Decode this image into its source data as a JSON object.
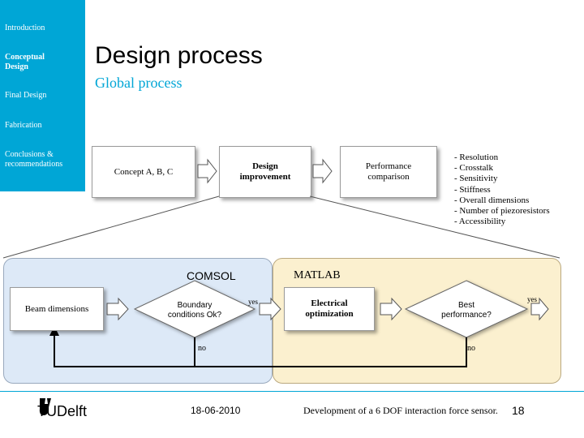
{
  "sidebar": {
    "items": [
      {
        "label": "Introduction",
        "active": false
      },
      {
        "label": "Conceptual Design",
        "active": true
      },
      {
        "label": "Final Design",
        "active": false
      },
      {
        "label": "Fabrication",
        "active": false
      },
      {
        "label": "Conclusions & recommendations",
        "active": false
      }
    ]
  },
  "slide": {
    "title": "Design process",
    "subtitle": "Global process"
  },
  "flow": {
    "concept": "Concept A, B, C",
    "design_improvement": "Design improvement",
    "performance_comparison": "Performance comparison",
    "criteria": [
      "- Resolution",
      "- Crosstalk",
      "- Sensitivity",
      "- Stiffness",
      "- Overall dimensions",
      "- Number of piezoresistors",
      "- Accessibility"
    ]
  },
  "detail": {
    "comsol_label": "COMSOL",
    "matlab_label": "MATLAB",
    "beam_dimensions": "Beam dimensions",
    "boundary_question": "Boundary conditions Ok?",
    "yes1": "yes",
    "no1": "no",
    "electrical_optimization": "Electrical optimization",
    "best_question": "Best performance?",
    "yes2": "yes",
    "no2": "no"
  },
  "footer": {
    "logo": "TUDelft",
    "date": "18-06-2010",
    "caption": "Development of a 6 DOF interaction force sensor.",
    "page": "18"
  },
  "colors": {
    "brand": "#00a6d6",
    "comsol_panel": "#dde9f7",
    "matlab_panel": "#fbf0cf"
  }
}
